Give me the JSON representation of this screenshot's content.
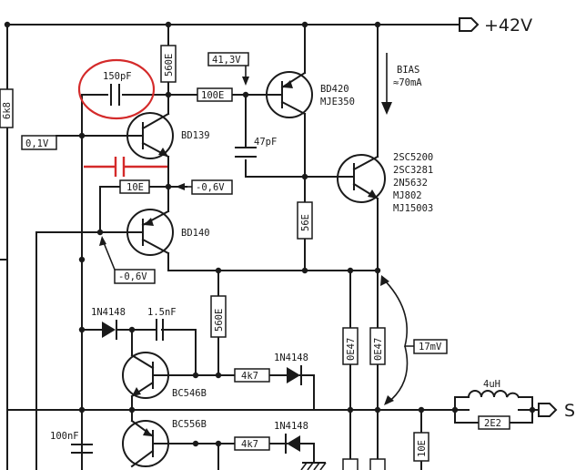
{
  "supply": {
    "label": "+42V"
  },
  "output": {
    "label": "S"
  },
  "bias": {
    "title": "BIAS",
    "current": "≈70mA"
  },
  "transistors": [
    {
      "id": "q1",
      "names": [
        "BD139"
      ]
    },
    {
      "id": "q2",
      "names": [
        "BD140"
      ]
    },
    {
      "id": "q3",
      "names": [
        "BD420",
        "MJE350"
      ]
    },
    {
      "id": "q4",
      "names": [
        "2SC5200",
        "2SC3281",
        "2N5632",
        "MJ802",
        "MJ15003"
      ]
    },
    {
      "id": "q5",
      "names": [
        "BC546B"
      ]
    },
    {
      "id": "q6",
      "names": [
        "BC556B"
      ]
    }
  ],
  "resistors": {
    "r_6k8": "6k8",
    "r_560_top": "560E",
    "r_100": "100E",
    "r_10": "10E",
    "r_56": "56E",
    "r_560_mid": "560E",
    "r_0e47_a": "0E47",
    "r_0e47_b": "0E47",
    "r_4k7_a": "4k7",
    "r_4k7_b": "4k7",
    "r_2e2": "2E2",
    "r_10e": "10E"
  },
  "capacitors": {
    "c_150p": "150pF",
    "c_47p": "47pF",
    "c_1n5": "1.5nF",
    "c_100n": "100nF"
  },
  "diodes": {
    "d1": "1N4148",
    "d2": "1N4148",
    "d3": "1N4148"
  },
  "inductor": {
    "label": "4uH"
  },
  "voltages": {
    "v_413": "41,3V",
    "v_01": "0,1V",
    "v_neg06_a": "-0,6V",
    "v_neg06_b": "-0,6V",
    "v_17m": "17mV"
  },
  "colors": {
    "wire": "#1a1a1a",
    "highlight": "#d42a2a",
    "background": "#ffffff"
  }
}
